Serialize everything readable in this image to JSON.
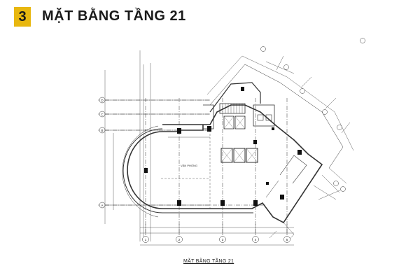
{
  "slide": {
    "number": "3",
    "title": "MẶT BẰNG TẦNG 21",
    "accent_color": "#e8b70f"
  },
  "floor_plan": {
    "caption": "MẶT BẰNG TẦNG 21",
    "room_label": "VĂN PHÒNG",
    "grid_labels_bottom": [
      "1",
      "2",
      "3",
      "4",
      "5"
    ],
    "grid_labels_left": [
      "D",
      "C",
      "B",
      "A"
    ]
  }
}
